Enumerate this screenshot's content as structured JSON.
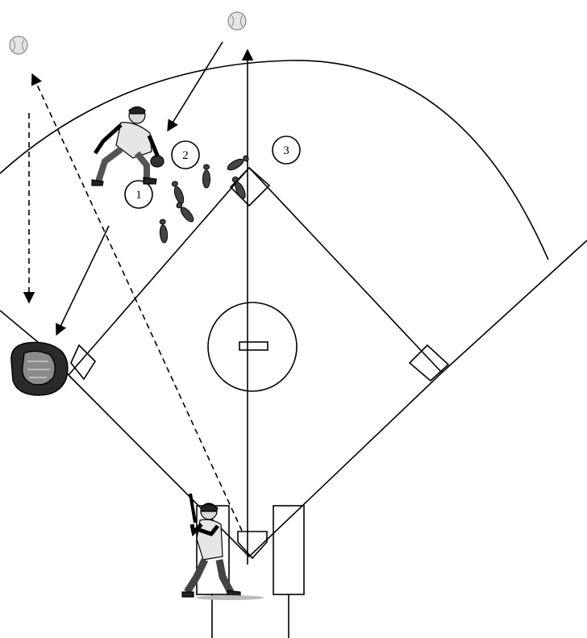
{
  "diagram": {
    "steps": [
      "1",
      "2",
      "3"
    ],
    "colors": {
      "ink": "#000000",
      "background": "#ffffff",
      "ball_fill": "#e4e4e4",
      "ball_seam": "#888888"
    },
    "figures": [
      "fielder-crouching",
      "batter-stance",
      "first-base-glove"
    ],
    "balls": 2
  }
}
